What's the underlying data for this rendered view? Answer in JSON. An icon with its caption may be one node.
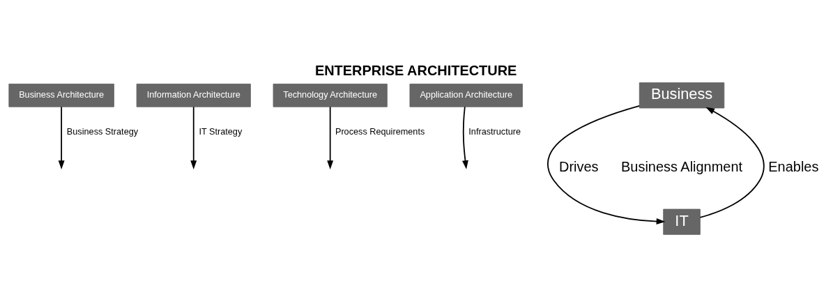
{
  "diagram": {
    "title": "ENTERPRISE ARCHITECTURE",
    "nodes": [
      {
        "text": [
          "Business Architecture"
        ]
      },
      {
        "text": [
          "Information Architecture"
        ]
      },
      {
        "text": [
          "Technology Architecture"
        ]
      },
      {
        "text": [
          "Application Architecture"
        ]
      },
      {
        "text": [
          "Business"
        ]
      },
      {
        "text": [
          "IT"
        ]
      }
    ],
    "edges": [
      {
        "from": 0,
        "to": null,
        "arrow": "to",
        "label": "Business Strategy"
      },
      {
        "from": 1,
        "to": null,
        "arrow": "to",
        "label": "IT Strategy"
      },
      {
        "from": 2,
        "to": null,
        "arrow": "to",
        "label": "Process Requirements"
      },
      {
        "from": 3,
        "to": null,
        "arrow": "to",
        "label": "Infrastructure"
      },
      {
        "from": 4,
        "to": 5,
        "arrow": "to",
        "label": "Drives"
      },
      {
        "from": 5,
        "to": 4,
        "arrow": "to",
        "label": "Enables"
      }
    ],
    "labels": [
      "Business Alignment"
    ]
  }
}
